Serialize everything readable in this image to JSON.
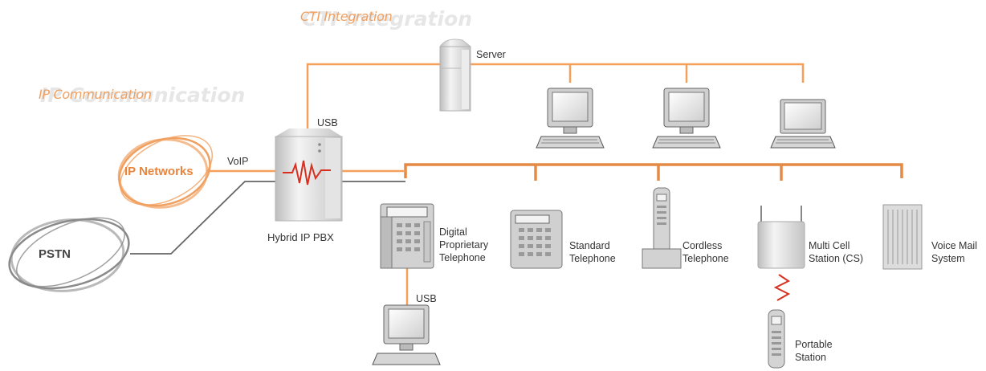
{
  "titles": {
    "cti": "CTI Integration",
    "ip_communication": "IP Communication",
    "cti_ghost": "CTI Integration",
    "ip_ghost": "IP Communication"
  },
  "networks": {
    "ip_networks": "IP Networks",
    "pstn": "PSTN"
  },
  "links": {
    "voip": "VoIP",
    "usb_top": "USB",
    "usb_bottom": "USB"
  },
  "devices": {
    "server": "Server",
    "pbx": "Hybrid IP PBX",
    "digital_phone": "Digital\nProprietary\nTelephone",
    "standard_phone": "Standard\nTelephone",
    "cordless_phone": "Cordless\nTelephone",
    "multi_cell": "Multi Cell\nStation (CS)",
    "voice_mail": "Voice Mail\nSystem",
    "portable": "Portable\nStation"
  },
  "colors": {
    "accent": "#f0a060",
    "line_orange": "#f5a05a",
    "line_gray": "#555555",
    "device_gray": "#d0d0d0"
  }
}
